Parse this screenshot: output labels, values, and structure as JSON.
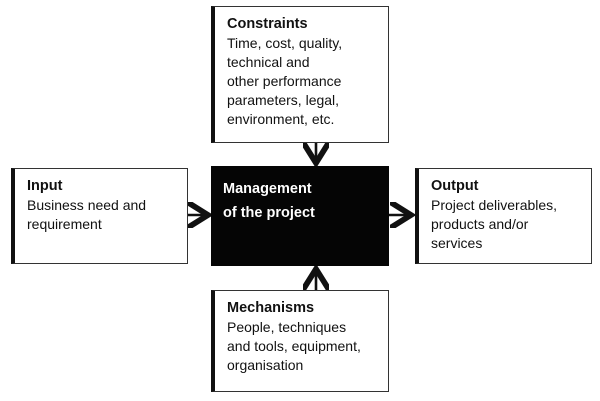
{
  "constraints": {
    "title": "Constraints",
    "lines": [
      "Time, cost, quality,",
      "technical and",
      "other performance",
      "parameters, legal,",
      "environment, etc."
    ]
  },
  "input": {
    "title": "Input",
    "lines": [
      "Business need and",
      "requirement"
    ]
  },
  "management": {
    "lines": [
      "Management",
      "of the project"
    ]
  },
  "output": {
    "title": "Output",
    "lines": [
      "Project deliverables,",
      "products and/or",
      "services"
    ]
  },
  "mechanisms": {
    "title": "Mechanisms",
    "lines": [
      "People, techniques",
      "and tools, equipment,",
      "organisation"
    ]
  },
  "colors": {
    "box_border": "#333333",
    "center_fill": "#050505",
    "center_text": "#ffffff",
    "arrow": "#111111"
  }
}
